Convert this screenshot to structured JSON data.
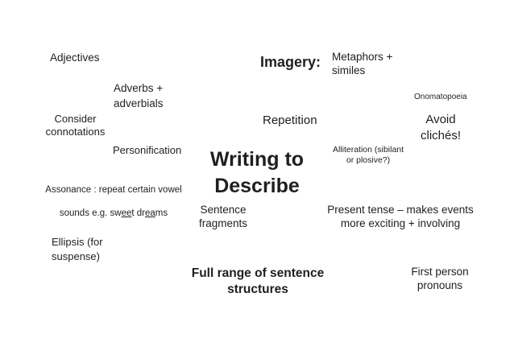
{
  "slide": {
    "background_color": "#ffffff",
    "text_color": "#1f1f1f",
    "title": "Writing to\nDescribe",
    "labels": {
      "adjectives": "Adjectives",
      "adverbs_adverbials": "Adverbs +\nadverbials",
      "consider_connotations": "Consider\nconnotations",
      "personification": "Personification",
      "assonance": {
        "line1": "Assonance : repeat certain vowel",
        "line2_prefix": "sounds e.g. sw",
        "line2_underline1": "ee",
        "line2_mid": "t dr",
        "line2_underline2": "ea",
        "line2_suffix": "ms"
      },
      "ellipsis": "Ellipsis (for\nsuspense)",
      "imagery": "Imagery:",
      "metaphors_similes": "Metaphors +\nsimiles",
      "onomatopoeia": "Onomatopoeia",
      "repetition": "Repetition",
      "avoid_cliches": "Avoid\nclichés!",
      "alliteration": "Alliteration (sibilant\nor plosive?)",
      "sentence_fragments": "Sentence\nfragments",
      "present_tense": "Present tense – makes events\nmore exciting + involving",
      "full_range": "Full range of sentence\nstructures",
      "first_person": "First person\npronouns"
    }
  }
}
